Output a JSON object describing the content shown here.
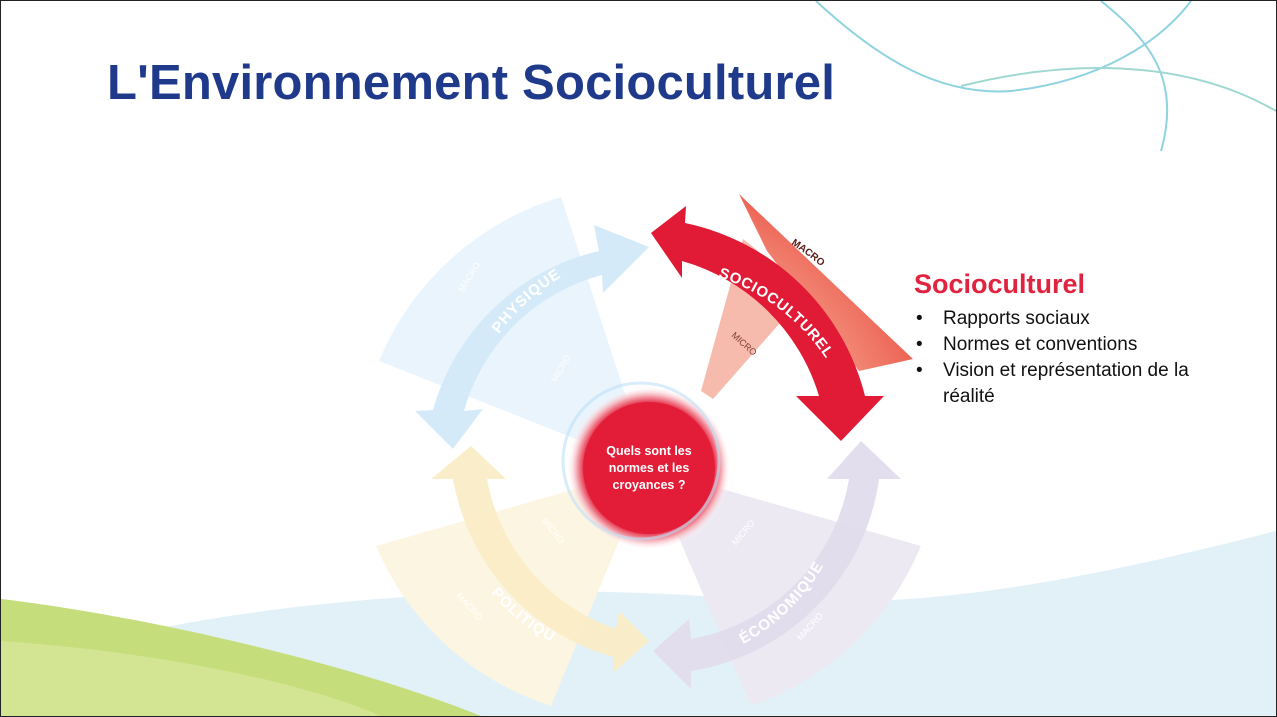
{
  "title": "L'Environnement Socioculturel",
  "center_question": "Quels sont les normes et les croyances ?",
  "segments": {
    "socioculturel": {
      "name": "SOCIOCULTUREL",
      "outer": "MACRO",
      "inner": "MICRO"
    },
    "physique": {
      "name": "PHYSIQUE",
      "outer": "MACRO",
      "inner": "MICRO"
    },
    "economique": {
      "name": "ÉCONOMIQUE",
      "outer": "MACRO",
      "inner": "MICRO"
    },
    "politique": {
      "name": "POLITIQUE",
      "outer": "MACRO",
      "inner": "MICRO"
    }
  },
  "panel": {
    "heading": "Socioculturel",
    "bullets": [
      "Rapports sociaux",
      "Normes et conventions",
      "Vision et représentation de la réalité"
    ]
  },
  "colors": {
    "title": "#1f3a8a",
    "accent": "#e0233f",
    "physique": "#d8ecfb",
    "politique": "#fbf1d6",
    "economique": "#e8e5f1"
  }
}
